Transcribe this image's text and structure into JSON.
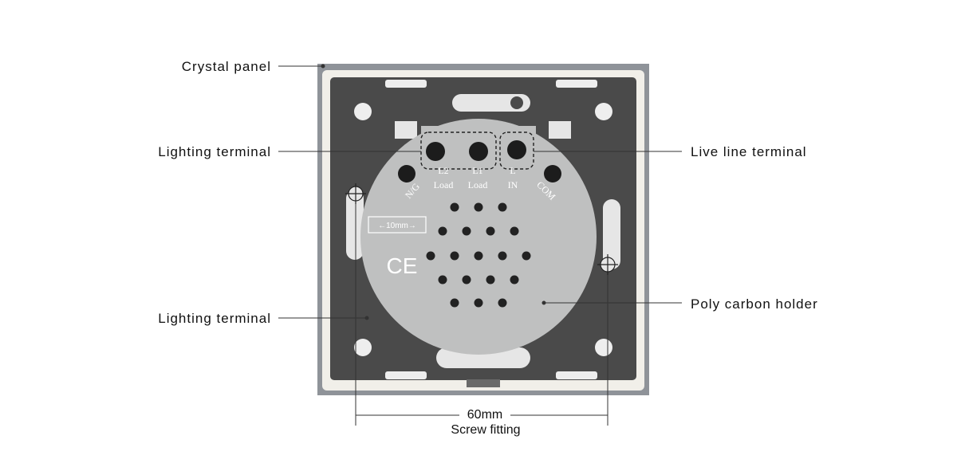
{
  "callouts": {
    "crystal_panel": "Crystal panel",
    "lighting_terminal_top": "Lighting terminal",
    "lighting_terminal_bottom": "Lighting terminal",
    "live_line_terminal": "Live line terminal",
    "poly_carbon_holder": "Poly carbon holder"
  },
  "dimension": {
    "value": "60mm",
    "caption": "Screw fitting"
  },
  "module_markings": {
    "ng": "N/G",
    "l2": "L2",
    "l1": "L1",
    "l": "L",
    "load_l2": "Load",
    "load_l1": "Load",
    "in": "IN",
    "com": "COM",
    "ce": "CE",
    "gauge": "←10mm→"
  },
  "colors": {
    "frame": "#8f9399",
    "glass_border": "#f1efe9",
    "metal_plate": "#4a4a4a",
    "module": "#bfc0c0",
    "leader_line": "#333333"
  }
}
